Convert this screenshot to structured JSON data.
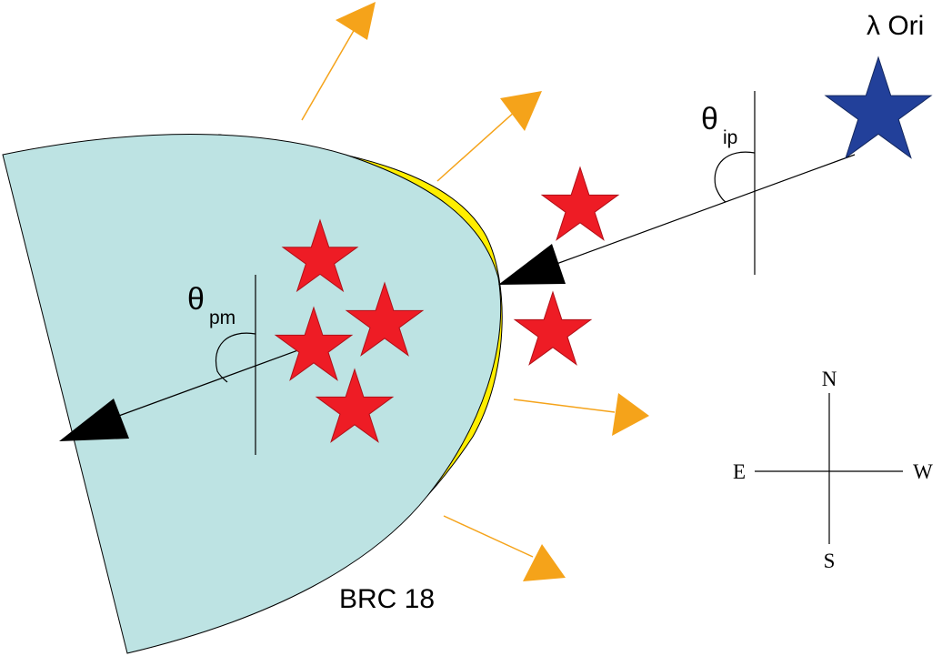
{
  "labels": {
    "source_star": "λ Ori",
    "cloud_name": "BRC 18",
    "theta_symbol": "θ",
    "theta_ip_subscript": "ip",
    "theta_pm_subscript": "pm"
  },
  "compass": {
    "north": "N",
    "south": "S",
    "east": "E",
    "west": "W"
  },
  "colors": {
    "cloud_fill": "#bde3e3",
    "rim_fill": "#ffee00",
    "young_star": "#ee1c25",
    "ionizing_star": "#22409a",
    "flow_arrow": "#f5a31a",
    "vector": "#000000"
  }
}
